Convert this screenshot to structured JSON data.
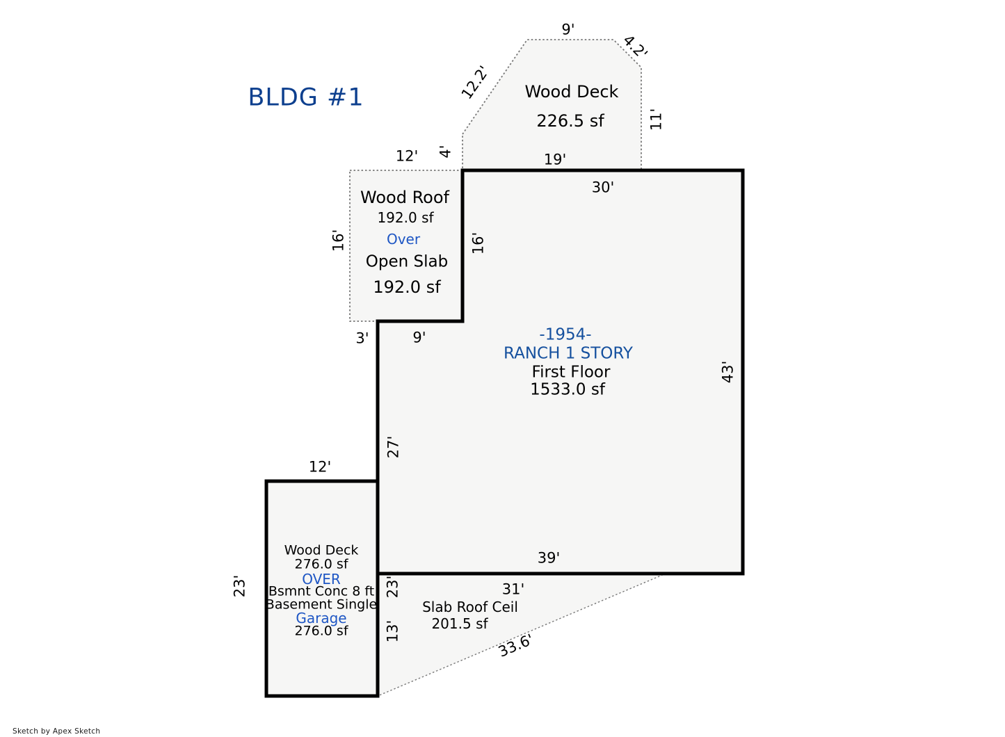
{
  "title": "BLDG #1",
  "watermark": "Sketch by Apex Sketch",
  "colors": {
    "title_blue": "#0d3f8e",
    "label_blue": "#15509e",
    "accent_blue": "#1e56c4",
    "outline": "#000000",
    "dotted": "#787878",
    "fill": "#f6f6f5"
  },
  "top_deck": {
    "name": "Wood Deck",
    "area": "226.5 sf",
    "dim_top": "9'",
    "dim_top_right": "4.2'",
    "dim_diagonal": "12.2'",
    "dim_right": "11'",
    "dim_bottom": "19'",
    "dim_left": "4'"
  },
  "wood_roof": {
    "name": "Wood Roof",
    "area": "192.0 sf",
    "over_label": "Over",
    "under_name": "Open Slab",
    "under_area": "192.0 sf",
    "dim_top": "12'",
    "dim_left": "16'"
  },
  "house": {
    "year": "-1954-",
    "style": "RANCH 1 STORY",
    "floor": "First Floor",
    "area": "1533.0 sf",
    "dim_top": "30'",
    "dim_upper_left": "16'",
    "dim_notch_left": "3'",
    "dim_notch_bottom": "9'",
    "dim_right": "43'",
    "dim_left": "27'",
    "dim_bottom": "39'"
  },
  "garage": {
    "deck_name": "Wood Deck",
    "deck_area": "276.0 sf",
    "over_label": "OVER",
    "basement_line1": "Bsmnt Conc 8 ft",
    "basement_line2": "Basement Single",
    "name": "Garage",
    "area": "276.0 sf",
    "dim_top": "12'",
    "dim_left": "23'",
    "dim_right": "23'"
  },
  "slab": {
    "name": "Slab Roof Ceil",
    "area": "201.5 sf",
    "dim_top": "31'",
    "dim_left": "13'",
    "dim_diagonal": "33.6'"
  }
}
